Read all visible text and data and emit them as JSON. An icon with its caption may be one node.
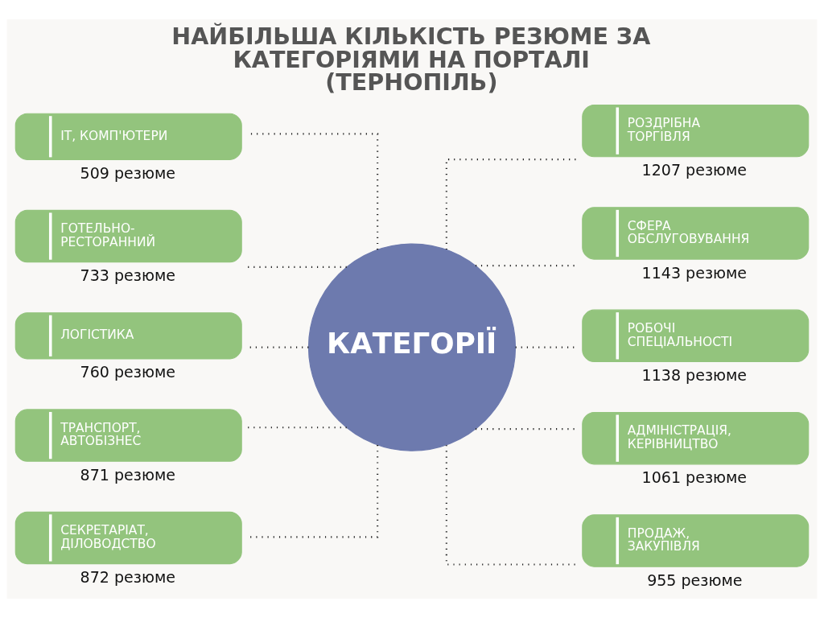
{
  "diagram": {
    "title": "НАЙБІЛЬША КІЛЬКІСТЬ РЕЗЮМЕ ЗА КАТЕГОРІЯМИ НА ПОРТАЛІ (ТЕРНОПІЛЬ)",
    "nodes": [
      {
        "text": [
          "ІТ, КОМП'ЮТЕРИ"
        ],
        "beside": [
          "509 резюме"
        ]
      },
      {
        "text": [
          "РОЗДРІБНА ТОРГІВЛЯ"
        ],
        "beside": [
          "1207 резюме"
        ]
      },
      {
        "text": [
          "ГОТЕЛЬНО- РЕСТОРАННИЙ"
        ],
        "beside": [
          "733 резюме"
        ]
      },
      {
        "text": [
          "СФЕРА ОБСЛУГОВУВАННЯ"
        ],
        "beside": [
          "1143 резюме"
        ]
      },
      {
        "text": [
          "ЛОГІСТИКА"
        ],
        "beside": [
          "760 резюме"
        ]
      },
      {
        "text": [
          "КАТЕГОРІЇ"
        ]
      },
      {
        "text": [
          "РОБОЧІ СПЕЦІАЛЬНОСТІ"
        ],
        "beside": [
          "1138 резюме"
        ]
      },
      {
        "text": [
          "ТРАНСПОРТ, АВТОБІЗНЕС"
        ],
        "beside": [
          "871 резюме"
        ]
      },
      {
        "text": [
          "АДМІНІСТРАЦІЯ, КЕРІВНИЦТВО"
        ],
        "beside": [
          "1061 резюме"
        ]
      },
      {
        "text": [
          "СЕКРЕТАРІАТ, ДІЛОВОДСТВО"
        ],
        "beside": [
          "872 резюме"
        ]
      },
      {
        "text": [
          "ПРОДАЖ, ЗАКУПІВЛЯ"
        ],
        "beside": [
          "955 резюме"
        ]
      }
    ],
    "edges": [
      {
        "from": 5,
        "to": 0,
        "arrow": "none"
      },
      {
        "from": 5,
        "to": 1,
        "arrow": "none"
      },
      {
        "from": 5,
        "to": 2,
        "arrow": "none"
      },
      {
        "from": 5,
        "to": 3,
        "arrow": "none"
      },
      {
        "from": 5,
        "to": 4,
        "arrow": "none"
      },
      {
        "from": 5,
        "to": 6,
        "arrow": "none"
      },
      {
        "from": 5,
        "to": 7,
        "arrow": "none"
      },
      {
        "from": 5,
        "to": 8,
        "arrow": "none"
      },
      {
        "from": 5,
        "to": 9,
        "arrow": "none"
      },
      {
        "from": 5,
        "to": 10,
        "arrow": "none"
      }
    ]
  }
}
